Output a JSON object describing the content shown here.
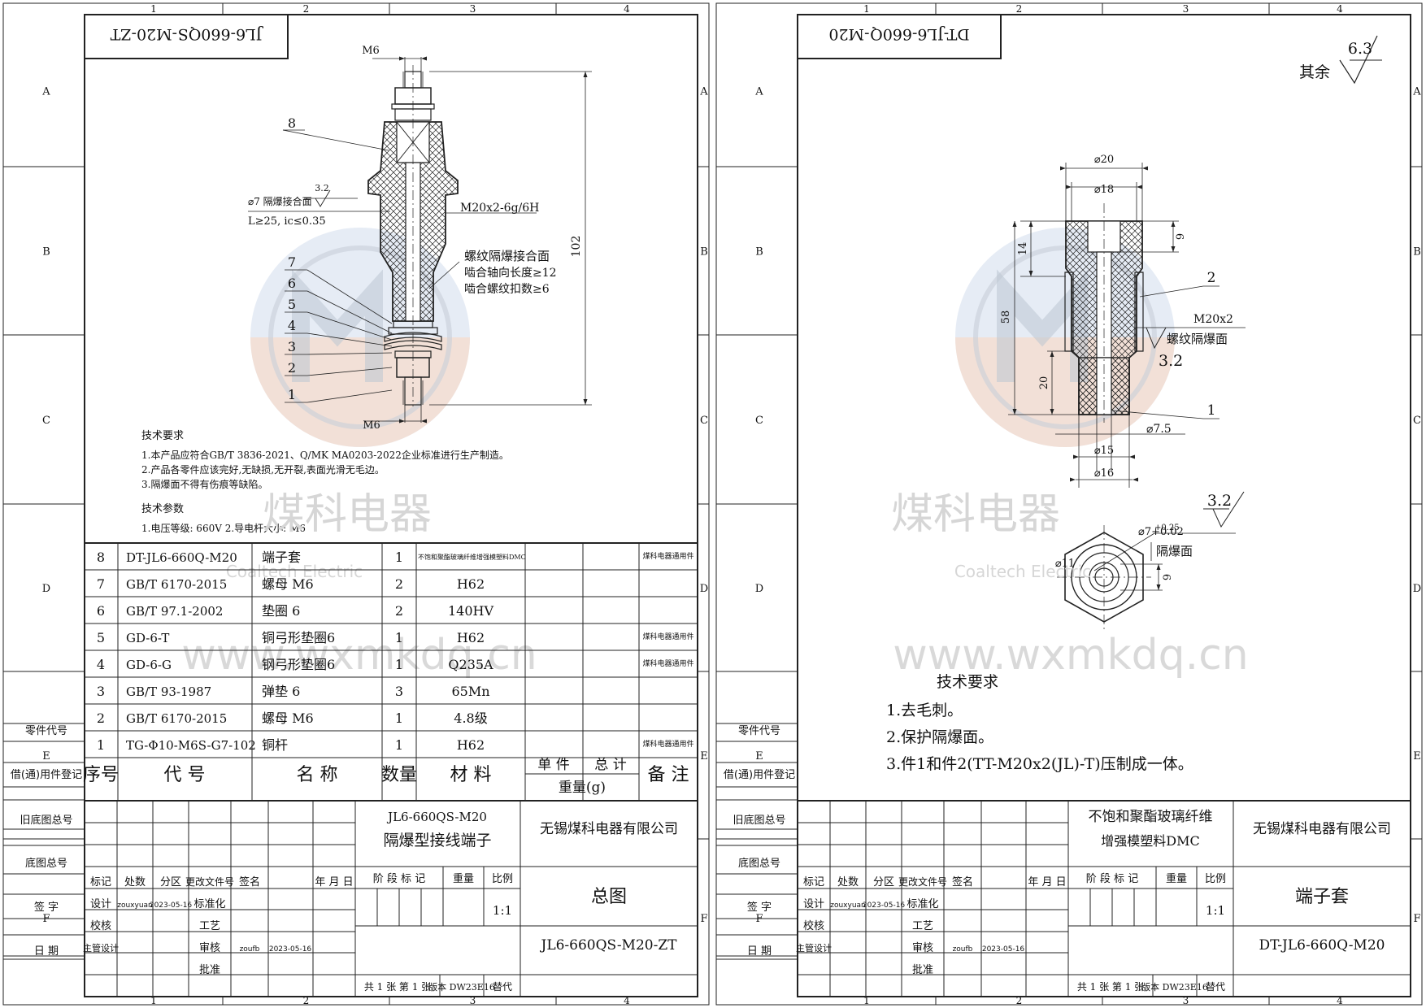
{
  "watermark": {
    "brand": "煤科电器",
    "brand_en": "Coaltech Electric",
    "url": "www.wxmkdq.cn"
  },
  "frame": {
    "cols": [
      "1",
      "2",
      "3",
      "4"
    ],
    "rows": [
      "A",
      "B",
      "C",
      "D",
      "E",
      "F"
    ],
    "side_labels": [
      "零件代号",
      "借(通)用件登记",
      "旧底图总号",
      "底图总号",
      "签 字",
      "日 期"
    ]
  },
  "sheet1": {
    "code_stamp": "JL6-660QS-M20-ZT",
    "labels": {
      "m6_top": "M6",
      "m6_bottom": "M6",
      "dia7": "⌀7 隔爆接合面",
      "ra32": "3.2",
      "lic": "L≥25, ic≤0.35",
      "thread": "M20x2-6g/6H",
      "thread_note_1": "螺纹隔爆接合面",
      "thread_note_2": "啮合轴向长度≥12",
      "thread_note_3": "啮合螺纹扣数≥6",
      "dim_102": "102"
    },
    "callouts": [
      "8",
      "7",
      "6",
      "5",
      "4",
      "3",
      "2",
      "1"
    ],
    "tech_req_title": "技术要求",
    "tech_req": [
      "1.本产品应符合GB/T 3836-2021、Q/MK MA0203-2022企业标准进行生产制造。",
      "2.产品各零件应该完好,无缺损,无开裂,表面光滑无毛边。",
      "3.隔爆面不得有伤痕等缺陷。"
    ],
    "tech_param_title": "技术参数",
    "tech_param": "1.电压等级: 660V    2.导电杆大小: M6",
    "bom_rows": [
      {
        "no": "8",
        "code": "DT-JL6-660Q-M20",
        "name": "端子套",
        "qty": "1",
        "material": "不饱和聚酯玻璃纤维增强模塑料DMC",
        "note": "煤科电器通用件"
      },
      {
        "no": "7",
        "code": "GB/T 6170-2015",
        "name": "螺母 M6",
        "qty": "2",
        "material": "H62",
        "note": ""
      },
      {
        "no": "6",
        "code": "GB/T 97.1-2002",
        "name": "垫圈 6",
        "qty": "2",
        "material": "140HV",
        "note": ""
      },
      {
        "no": "5",
        "code": "GD-6-T",
        "name": "铜弓形垫圈6",
        "qty": "1",
        "material": "H62",
        "note": "煤科电器通用件"
      },
      {
        "no": "4",
        "code": "GD-6-G",
        "name": "钢弓形垫圈6",
        "qty": "1",
        "material": "Q235A",
        "note": "煤科电器通用件"
      },
      {
        "no": "3",
        "code": "GB/T 93-1987",
        "name": "弹垫 6",
        "qty": "3",
        "material": "65Mn",
        "note": ""
      },
      {
        "no": "2",
        "code": "GB/T 6170-2015",
        "name": "螺母 M6",
        "qty": "1",
        "material": "4.8级",
        "note": ""
      },
      {
        "no": "1",
        "code": "TG-Φ10-M6S-G7-102",
        "name": "铜杆",
        "qty": "1",
        "material": "H62",
        "note": "煤科电器通用件"
      }
    ],
    "bom_header": {
      "no": "序号",
      "code": "代      号",
      "name": "名      称",
      "qty": "数量",
      "material": "材   料",
      "unit": "单 件",
      "total": "总 计",
      "weight": "重量(g)",
      "note": "备 注"
    },
    "title_block": {
      "product_code": "JL6-660QS-M20",
      "product_name": "隔爆型接线端子",
      "company": "无锡煤科电器有限公司",
      "drawing_name": "总图",
      "drawing_code": "JL6-660QS-M20-ZT",
      "scale": "1:1",
      "designer": "zouxyuan",
      "design_date": "2023-05-16",
      "reviewer": "zoufb",
      "review_date": "2023-05-16"
    }
  },
  "sheet2": {
    "code_stamp": "DT-JL6-660Q-M20",
    "roughness_other": "其余",
    "roughness_value": "6.3",
    "labels": {
      "d20": "⌀20",
      "d18": "⌀18",
      "l14": "14",
      "l9": "9",
      "l58": "58",
      "l20": "20",
      "part2": "2",
      "part1": "1",
      "m20x2": "M20x2",
      "thread_face": "螺纹隔爆面",
      "ra32": "3.2",
      "d75": "⌀7.5",
      "d15": "⌀15",
      "d16": "⌀16",
      "ra32b": "3.2",
      "tol_up": "+0.25",
      "d7tol": "⌀7+0.02",
      "flame_face": "隔爆面",
      "d11": "⌀11",
      "side9": "9"
    },
    "tech_req_title": "技术要求",
    "tech_req": [
      "1.去毛刺。",
      "2.保护隔爆面。",
      "3.件1和件2(TT-M20x2(JL)-T)压制成一体。"
    ],
    "title_block": {
      "material_1": "不饱和聚酯玻璃纤维",
      "material_2": "增强模塑料DMC",
      "company": "无锡煤科电器有限公司",
      "drawing_name": "端子套",
      "drawing_code": "DT-JL6-660Q-M20",
      "scale": "1:1",
      "designer": "zouxyuan",
      "design_date": "2023-05-16",
      "reviewer": "zoufb",
      "review_date": "2023-05-16"
    }
  },
  "title_labels": {
    "mark": "标记",
    "zone_count": "处数",
    "zone": "分区",
    "change_doc": "更改文件号",
    "sign": "签名",
    "date": "年 月 日",
    "design": "设计",
    "std": "标准化",
    "check": "校核",
    "craft": "工艺",
    "chief": "主管设计",
    "audit": "审核",
    "approve": "批准",
    "stage": "阶 段 标 记",
    "weight": "重量",
    "ratio": "比例",
    "sheets": "共 1 张  第 1 张",
    "version": "版本 DW23E16",
    "replace": "替代"
  }
}
